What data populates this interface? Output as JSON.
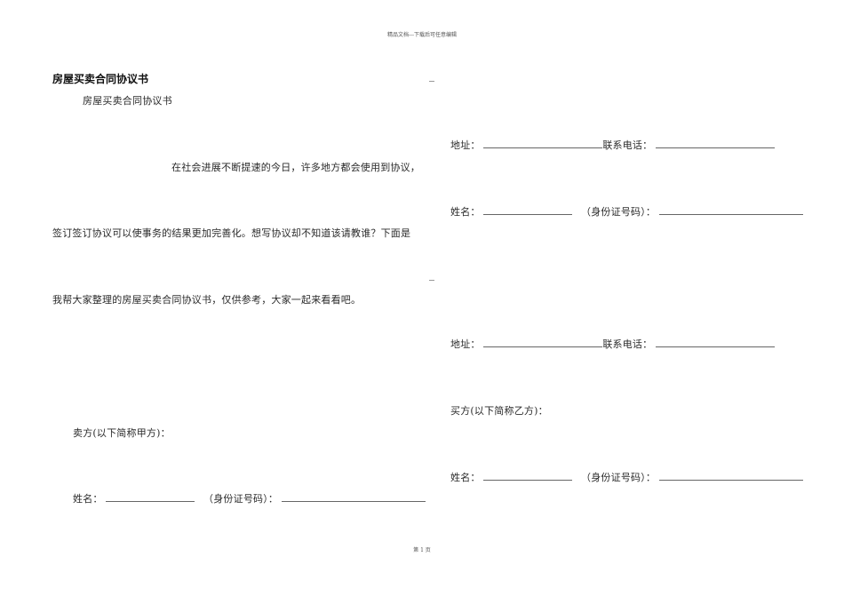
{
  "page_header": "精品文档---下载后可任意编辑",
  "page_footer": "第 1 页",
  "left_column": {
    "title": "房屋买卖合同协议书",
    "subtitle": "房屋买卖合同协议书",
    "intro_line_1": "在社会进展不断提速的今日，许多地方都会使用到协议，",
    "intro_line_2": "签订签订协议可以使事务的结果更加完善化。想写协议却不知道该请教谁？下面是",
    "intro_line_3": "我帮大家整理的房屋买卖合同协议书，仅供参考，大家一起来看看吧。",
    "seller_label": "卖方(以下简称甲方)：",
    "seller_name_label": "姓名：",
    "seller_id_label": "（身份证号码）："
  },
  "right_column": {
    "address_label_1": "地址：",
    "phone_label_1": "联系电话：",
    "name_label_1": "姓名：",
    "id_label_1": "（身份证号码）：",
    "address_label_2": "地址：",
    "phone_label_2": "联系电话：",
    "buyer_label": "买方(以下简称乙方)：",
    "name_label_2": "姓名：",
    "id_label_2": "（身份证号码）："
  }
}
